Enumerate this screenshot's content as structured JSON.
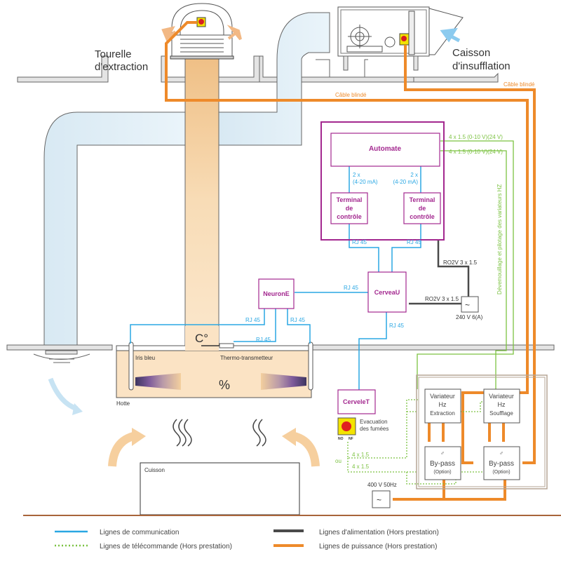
{
  "title": "Schéma de ventilation de cuisine",
  "equipment": {
    "tourelle": "Tourelle\nd'extraction",
    "caisson": "Caisson\nd'insufflation",
    "hotte": "Hotte",
    "cuisson": "Cuisson",
    "iris": "Iris bleu",
    "thermo": "Thermo-transmetteur",
    "temp_symbol": "C°",
    "humidity_symbol": "%"
  },
  "cables": {
    "blinde_left": "Câble blindé",
    "blinde_right": "Câble blindé",
    "green_1": "4 x 1.5 (0-10 V)(24 V)",
    "green_2": "4 x 1.5 (0-10 V)(24 V)",
    "green_vertical": "Dévemouillage et pilotage des variateurs HZ",
    "rj45": "RJ 45",
    "two_x": "2 x",
    "ma": "(4-20 mA)",
    "ro2v_1": "RO2V 3 x 1.5",
    "ro2v_2": "RO2V 3 x 1.5",
    "v240": "240 V 6(A)",
    "v400": "400 V 50Hz",
    "four_x_1": "4 x 1.5",
    "four_x_2": "4 x 1.5",
    "ou": "ou"
  },
  "blocks": {
    "automate": "Automate",
    "terminal_line1": "Terminal",
    "terminal_line2": "de",
    "terminal_line3": "contrôle",
    "neurone": "NeuronE",
    "cerveau": "CerveaU",
    "cervelet": "CerveleT",
    "evac_1": "Evacuation",
    "evac_2": "des fumées",
    "no": "NO",
    "nf": "NF",
    "var_ext": [
      "Variateur",
      "Hz",
      "Extraction"
    ],
    "var_souf": [
      "Variateur",
      "Hz",
      "Soufflage"
    ],
    "bypass": [
      "By-pass",
      "(Option)"
    ]
  },
  "legend": [
    {
      "label": "Lignes de communication",
      "color": "#2aa7e3",
      "style": "solid"
    },
    {
      "label": "Lignes de télécommande (Hors prestation)",
      "color": "#7cc242",
      "style": "dotted"
    },
    {
      "label": "Lignes d'alimentation (Hors prestation)",
      "color": "#4a4a4a",
      "style": "solid"
    },
    {
      "label": "Lignes de puissance (Hors prestation)",
      "color": "#ee8a2a",
      "style": "solid"
    }
  ],
  "colors": {
    "communication": "#2aa7e3",
    "telecommande": "#7cc242",
    "alimentation": "#4a4a4a",
    "puissance": "#ee8a2a",
    "purple": "#a3288f"
  }
}
